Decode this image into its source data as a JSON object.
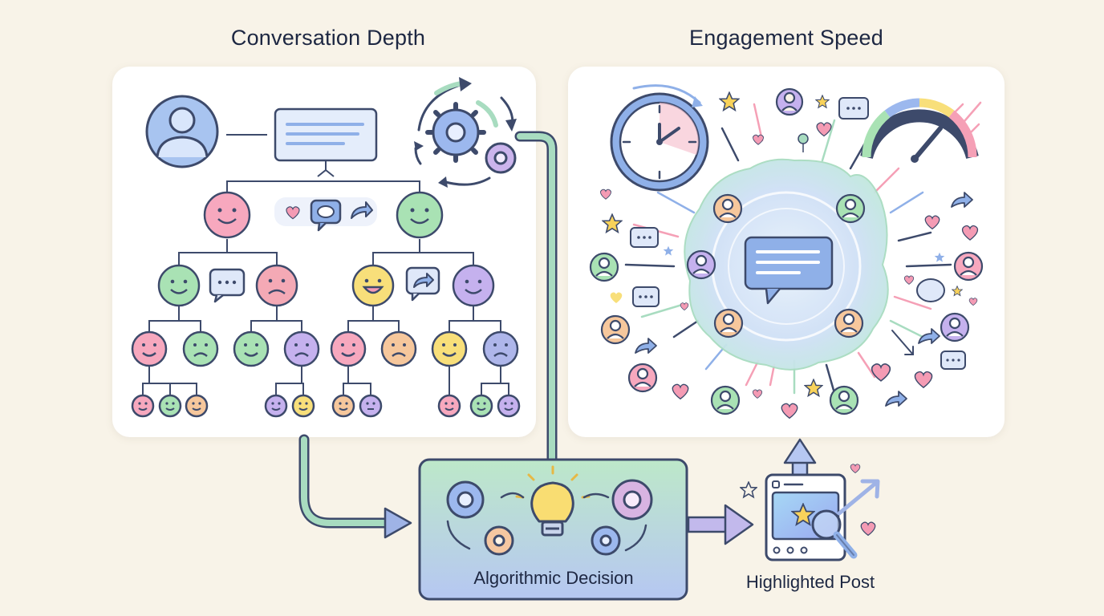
{
  "titles": {
    "conversation_depth": "Conversation Depth",
    "engagement_speed": "Engagement Speed"
  },
  "decision": {
    "label": "Algorithmic Decision"
  },
  "output": {
    "label": "Highlighted Post"
  },
  "colors": {
    "background": "#f8f3e8",
    "panel": "#ffffff",
    "outline": "#3d4a6b",
    "connector": "#8fc9ae",
    "pink": "#f7a8be",
    "green": "#a9e2b4",
    "yellow": "#f8df7a",
    "purple": "#c5b1ee",
    "peach": "#f6c79c",
    "blue": "#8fb0e8"
  },
  "icons": {
    "left_panel": [
      "user-avatar-icon",
      "message-bubble-icon",
      "heart-icon",
      "comment-icon",
      "share-icon",
      "gear-cycle-icon",
      "emoji-face-icon"
    ],
    "right_panel": [
      "clock-icon",
      "speedometer-icon",
      "central-message-icon",
      "user-avatar-icon",
      "heart-icon",
      "star-icon",
      "share-arrow-icon"
    ],
    "decision": [
      "gear-icon",
      "lightbulb-icon"
    ],
    "output": [
      "highlighted-post-icon",
      "magnifier-icon",
      "up-arrow-icon"
    ]
  }
}
